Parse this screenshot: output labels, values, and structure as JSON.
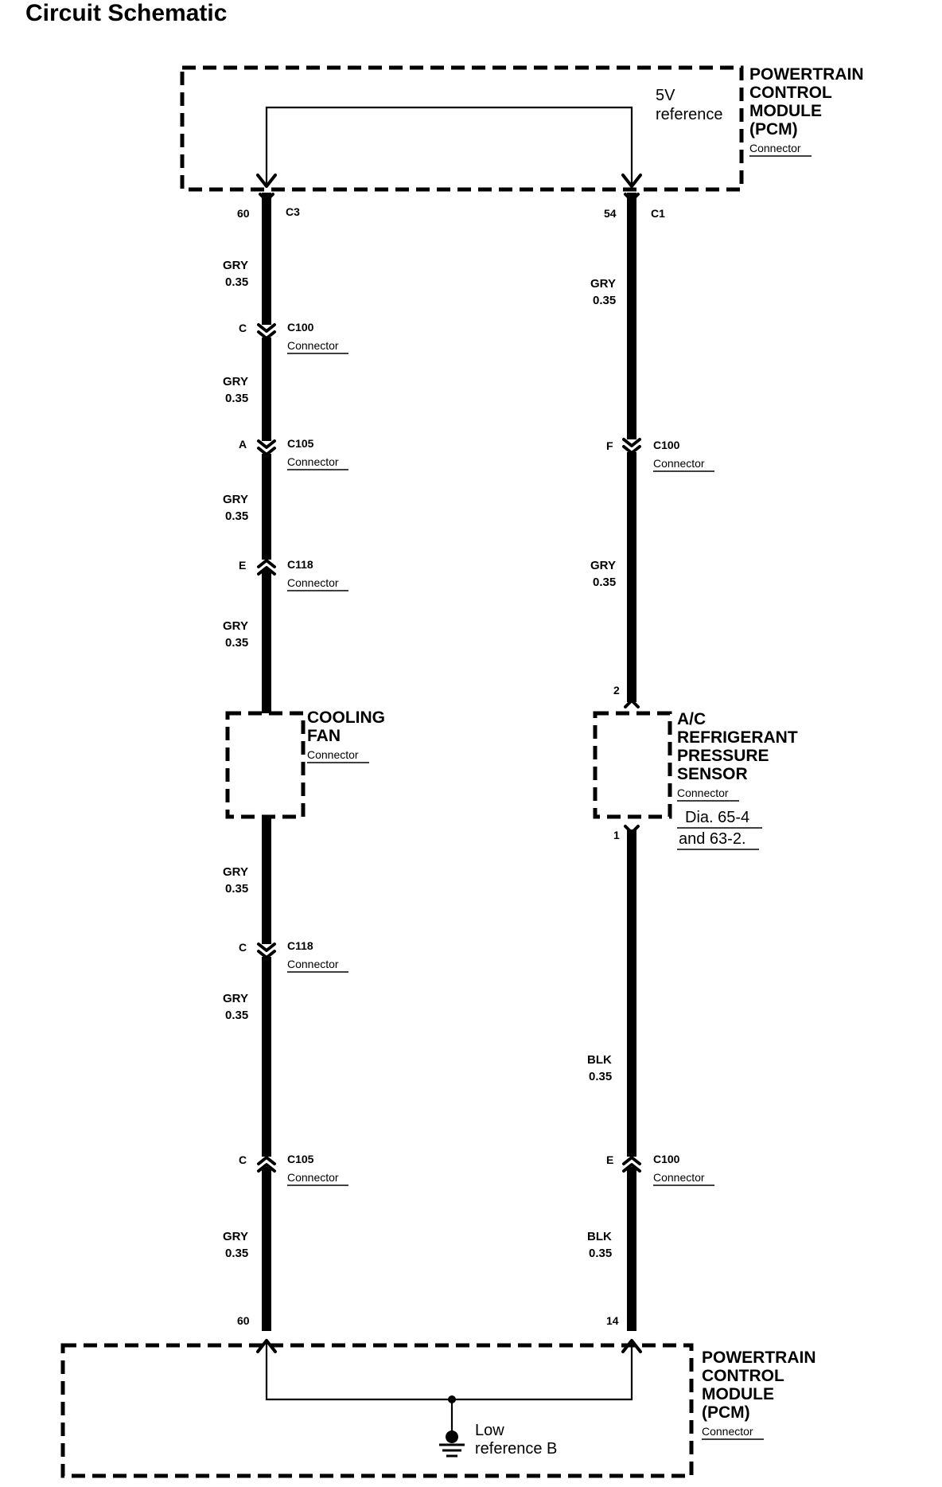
{
  "title": "Circuit Schematic",
  "pcm_top": {
    "name_lines": [
      "POWERTRAIN",
      "CONTROL",
      "MODULE",
      "(PCM)"
    ],
    "sub_label": "Connector",
    "signal_lines": [
      "5V",
      "reference"
    ]
  },
  "pcm_bottom": {
    "name_lines": [
      "POWERTRAIN",
      "CONTROL",
      "MODULE",
      "(PCM)"
    ],
    "sub_label": "Connector",
    "signal_lines": [
      "Low",
      "reference B"
    ]
  },
  "cooling_fan": {
    "name_lines": [
      "COOLING",
      "FAN"
    ],
    "sub_label": "Connector"
  },
  "ac_sensor": {
    "name_lines": [
      "A/C",
      "REFRIGERANT",
      "PRESSURE",
      "SENSOR"
    ],
    "sub_label": "Connector",
    "ref_lines": [
      "Dia. 65-4",
      "and 63-2."
    ]
  },
  "left_circuit": {
    "pins": {
      "pcm_top": "60",
      "pcm_top_connector": "C3",
      "pcm_bottom": "60"
    },
    "wires": [
      {
        "color": "GRY",
        "size": "0.35"
      },
      {
        "color": "GRY",
        "size": "0.35"
      },
      {
        "color": "GRY",
        "size": "0.35"
      },
      {
        "color": "GRY",
        "size": "0.35"
      },
      {
        "color": "GRY",
        "size": "0.35"
      },
      {
        "color": "GRY",
        "size": "0.35"
      },
      {
        "color": "GRY",
        "size": "0.35"
      }
    ],
    "connectors": [
      {
        "pin": "C",
        "id": "C100",
        "label": "Connector"
      },
      {
        "pin": "A",
        "id": "C105",
        "label": "Connector"
      },
      {
        "pin": "E",
        "id": "C118",
        "label": "Connector"
      },
      {
        "pin": "C",
        "id": "C118",
        "label": "Connector"
      },
      {
        "pin": "C",
        "id": "C105",
        "label": "Connector"
      }
    ]
  },
  "right_circuit": {
    "pins": {
      "pcm_top": "54",
      "pcm_top_connector": "C1",
      "sensor_in": "2",
      "sensor_out": "1",
      "pcm_bottom": "14"
    },
    "wires": [
      {
        "color": "GRY",
        "size": "0.35"
      },
      {
        "color": "GRY",
        "size": "0.35"
      },
      {
        "color": "BLK",
        "size": "0.35"
      },
      {
        "color": "BLK",
        "size": "0.35"
      }
    ],
    "connectors": [
      {
        "pin": "F",
        "id": "C100",
        "label": "Connector"
      },
      {
        "pin": "E",
        "id": "C100",
        "label": "Connector"
      }
    ]
  }
}
